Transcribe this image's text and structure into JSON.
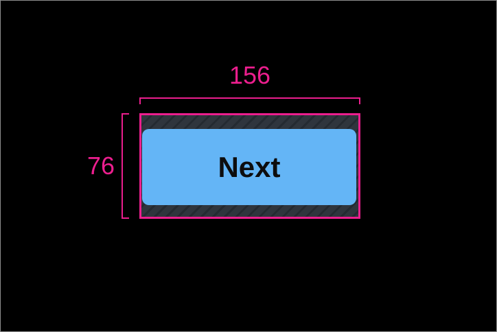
{
  "button": {
    "label": "Next"
  },
  "dimensions": {
    "width_label": "156",
    "height_label": "76"
  },
  "colors": {
    "background": "#000000",
    "frame_border": "#8E8E8E",
    "highlight": "#EC1E8E",
    "button_fill": "#64B5F6",
    "button_text": "#0D0D0E",
    "padding_base": "#2F353D",
    "padding_stripe": "#242A31"
  }
}
